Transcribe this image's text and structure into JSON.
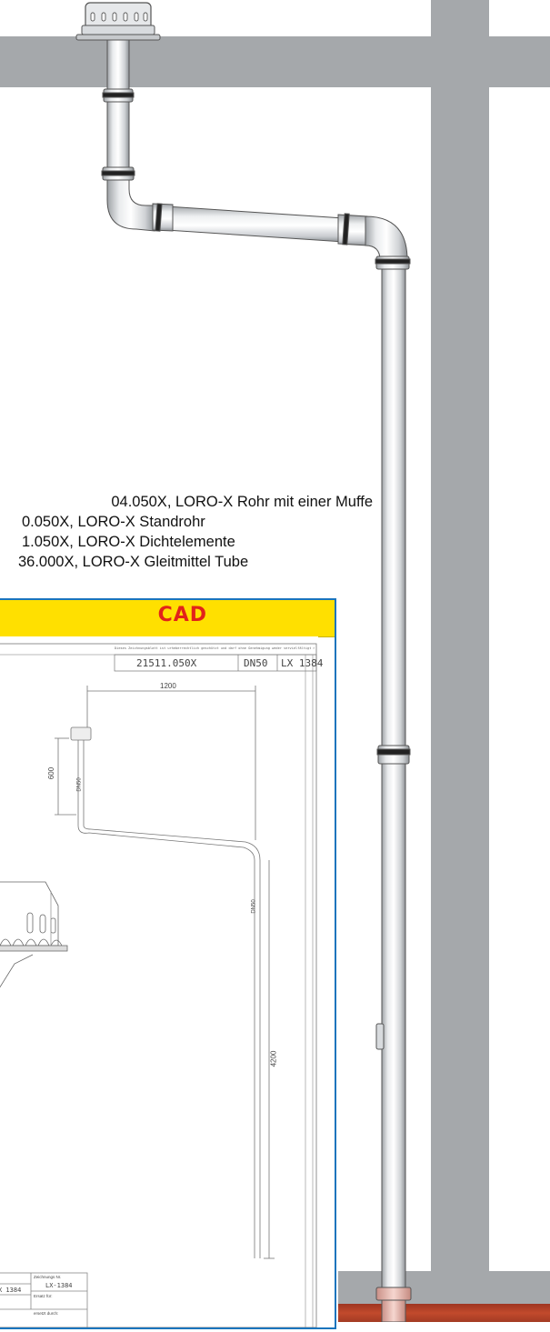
{
  "parts_list": [
    "04.050X, LORO-X Rohr mit einer Muffe",
    "0.050X, LORO-X Standrohr",
    "1.050X, LORO-X Dichtelemente",
    "36.000X, LORO-X Gleitmittel Tube"
  ],
  "cad": {
    "banner": "CAD",
    "header_note": "Dieses Zeichnungsblatt ist urheberrechtlich geschützt und darf ohne Genehmigung weder vervielfältigt noch Dritten zugänglich gemacht werden",
    "part_number": "21511.050X",
    "nominal_size": "DN50",
    "drawing_ref": "LX 1384",
    "dim_width": "1200",
    "dim_height": "600",
    "dim_length": "4200",
    "pipe_label_a": "DN50",
    "pipe_label_b": "DN50",
    "titleblock": {
      "ref_partial": "X 1384",
      "drawing_no_label": "Zeichnungs Nr.",
      "drawing_no_value": "LX-1384",
      "replaces_label": "Ersatz für:",
      "replaced_by_label": "ersetzt durch:"
    }
  },
  "colors": {
    "cad_banner": "#ffe000",
    "cad_title": "#e2231a",
    "cad_border": "#1a74bd",
    "wall": "#a5a8ab",
    "floor_red": "#b23a26"
  }
}
